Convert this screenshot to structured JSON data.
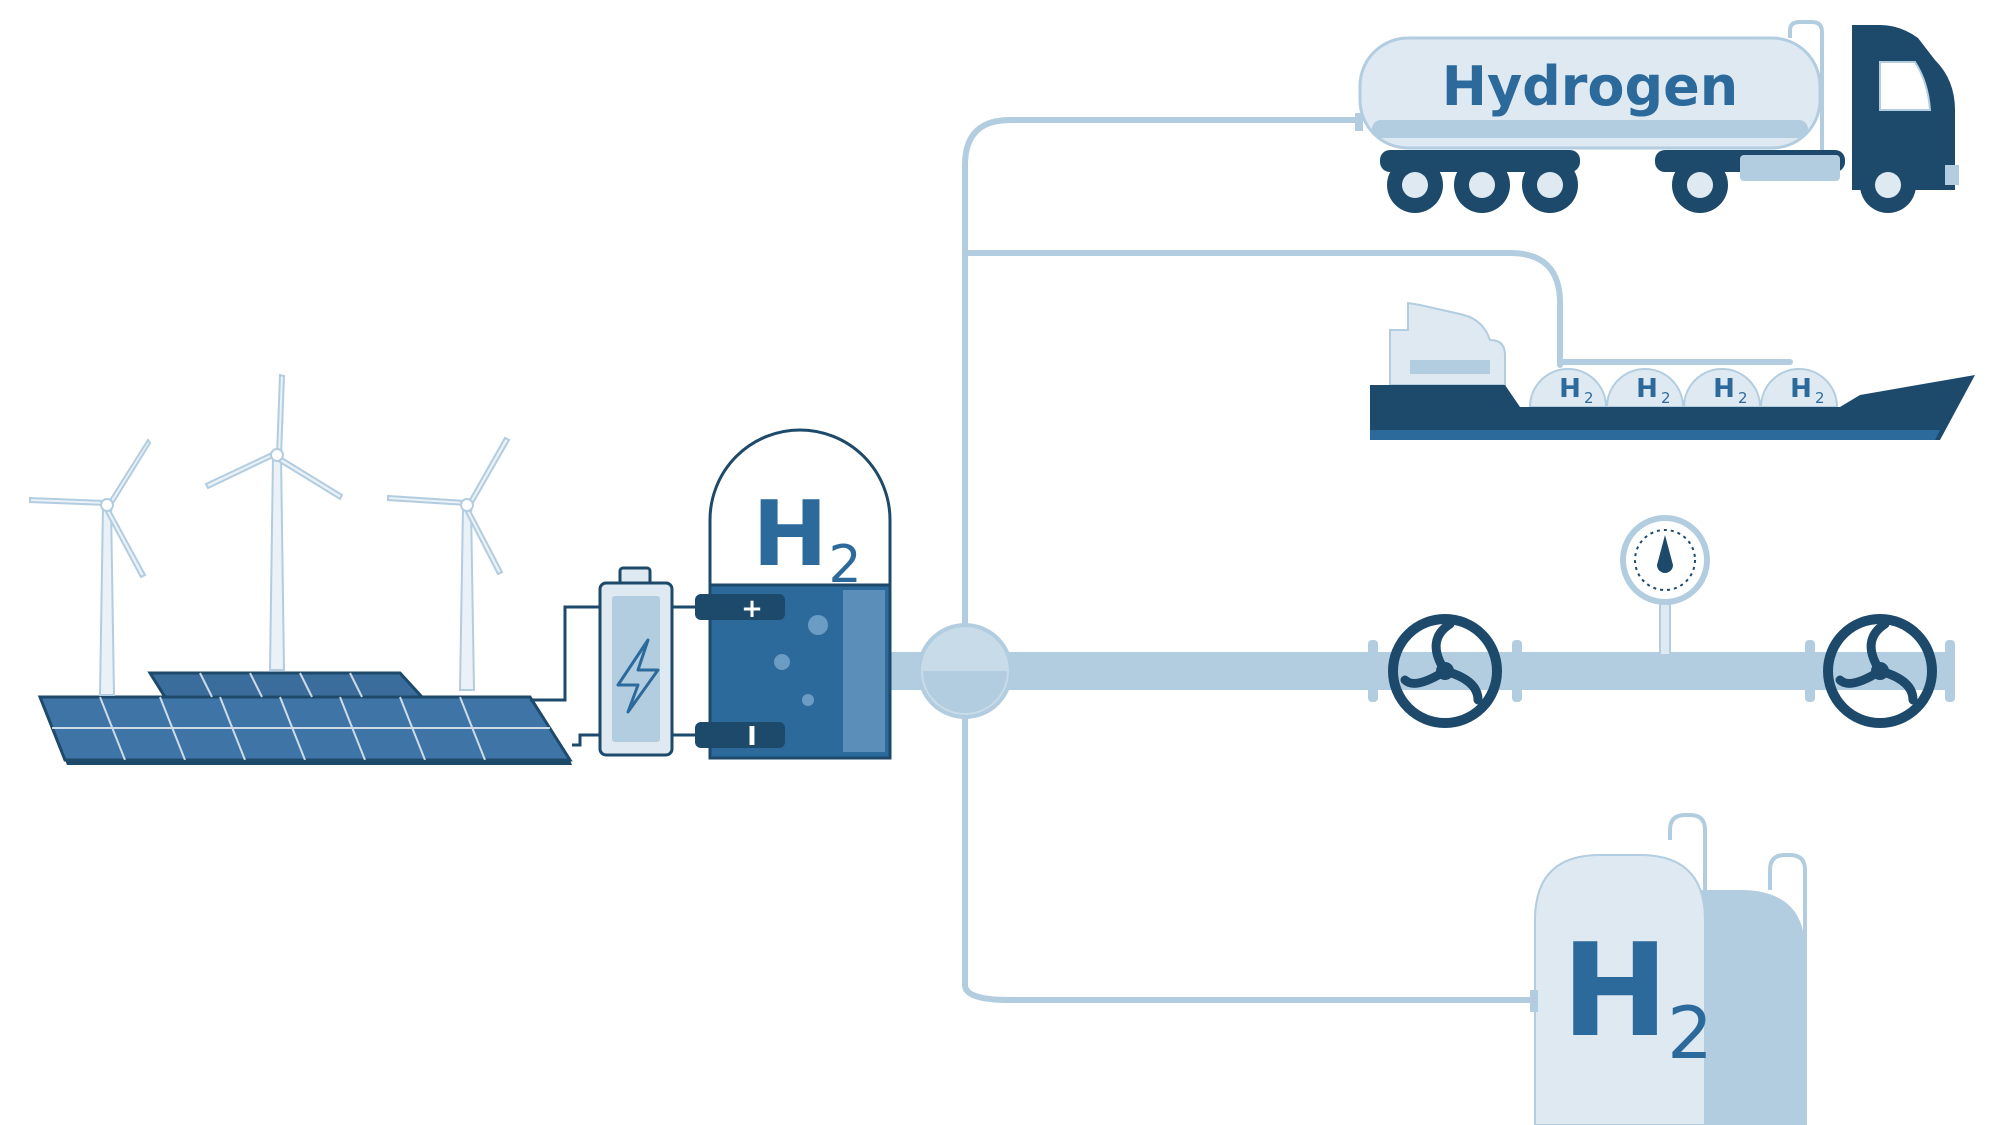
{
  "truck": {
    "label": "Hydrogen"
  },
  "electrolyzer": {
    "symbol": "H",
    "subscript": "2",
    "positive_terminal": "+",
    "negative_terminal": "I"
  },
  "ship": {
    "tank_symbol": "H",
    "tank_subscript": "2"
  },
  "storage_tank": {
    "symbol": "H",
    "subscript": "2"
  },
  "colors": {
    "dark": "#1d4a6b",
    "mid": "#2d6a9c",
    "light": "#b3cde0",
    "pale": "#dfe9f2"
  }
}
